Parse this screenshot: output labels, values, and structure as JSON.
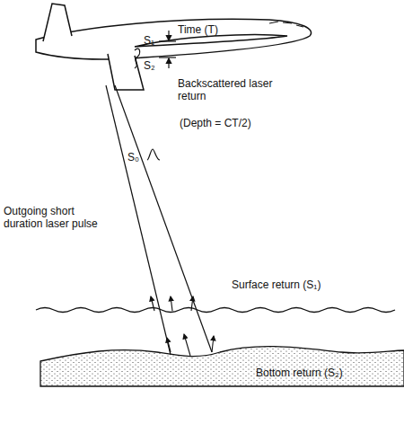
{
  "diagram": {
    "labels": [
      "S₁",
      "S₂",
      "Time (T)",
      "Backscattered laser return",
      "(Depth = CT/2)",
      "S₀",
      "Outgoing short duration laser pulse",
      "Surface return (S₁)",
      "Bottom return (S₂)"
    ]
  }
}
